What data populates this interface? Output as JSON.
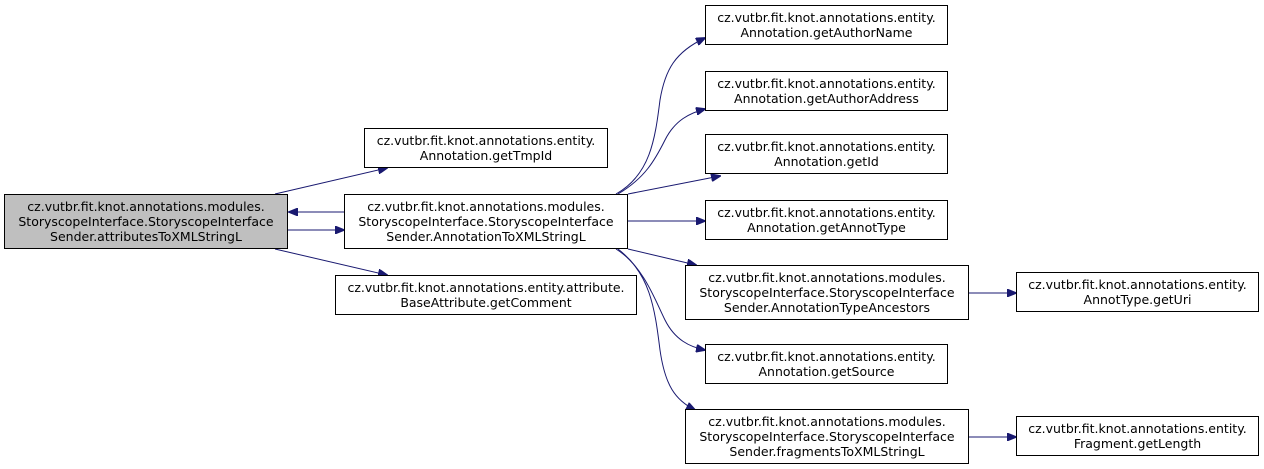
{
  "diagram": {
    "colors": {
      "edge": "#191970",
      "root_fill": "#bfbfbf",
      "node_fill": "#ffffff",
      "border": "#000000"
    },
    "nodes": [
      {
        "id": "root",
        "lines": [
          "cz.vutbr.fit.knot.annotations.modules.",
          "StoryscopeInterface.StoryscopeInterface",
          "Sender.attributesToXMLStringL"
        ]
      },
      {
        "id": "getTmpId",
        "lines": [
          "cz.vutbr.fit.knot.annotations.entity.",
          "Annotation.getTmpId"
        ]
      },
      {
        "id": "annotationToXML",
        "lines": [
          "cz.vutbr.fit.knot.annotations.modules.",
          "StoryscopeInterface.StoryscopeInterface",
          "Sender.AnnotationToXMLStringL"
        ]
      },
      {
        "id": "getComment",
        "lines": [
          "cz.vutbr.fit.knot.annotations.entity.attribute.",
          "BaseAttribute.getComment"
        ]
      },
      {
        "id": "getAuthorName",
        "lines": [
          "cz.vutbr.fit.knot.annotations.entity.",
          "Annotation.getAuthorName"
        ]
      },
      {
        "id": "getAuthorAddress",
        "lines": [
          "cz.vutbr.fit.knot.annotations.entity.",
          "Annotation.getAuthorAddress"
        ]
      },
      {
        "id": "getId",
        "lines": [
          "cz.vutbr.fit.knot.annotations.entity.",
          "Annotation.getId"
        ]
      },
      {
        "id": "getAnnotType",
        "lines": [
          "cz.vutbr.fit.knot.annotations.entity.",
          "Annotation.getAnnotType"
        ]
      },
      {
        "id": "typeAncestors",
        "lines": [
          "cz.vutbr.fit.knot.annotations.modules.",
          "StoryscopeInterface.StoryscopeInterface",
          "Sender.AnnotationTypeAncestors"
        ]
      },
      {
        "id": "getSource",
        "lines": [
          "cz.vutbr.fit.knot.annotations.entity.",
          "Annotation.getSource"
        ]
      },
      {
        "id": "fragmentsToXML",
        "lines": [
          "cz.vutbr.fit.knot.annotations.modules.",
          "StoryscopeInterface.StoryscopeInterface",
          "Sender.fragmentsToXMLStringL"
        ]
      },
      {
        "id": "getUri",
        "lines": [
          "cz.vutbr.fit.knot.annotations.entity.",
          "AnnotType.getUri"
        ]
      },
      {
        "id": "getLength",
        "lines": [
          "cz.vutbr.fit.knot.annotations.entity.",
          "Fragment.getLength"
        ]
      }
    ],
    "edges": [
      {
        "from": "root",
        "to": "getTmpId"
      },
      {
        "from": "root",
        "to": "annotationToXML"
      },
      {
        "from": "root",
        "to": "getComment"
      },
      {
        "from": "annotationToXML",
        "to": "root"
      },
      {
        "from": "annotationToXML",
        "to": "getAuthorName"
      },
      {
        "from": "annotationToXML",
        "to": "getAuthorAddress"
      },
      {
        "from": "annotationToXML",
        "to": "getId"
      },
      {
        "from": "annotationToXML",
        "to": "getAnnotType"
      },
      {
        "from": "annotationToXML",
        "to": "typeAncestors"
      },
      {
        "from": "annotationToXML",
        "to": "getSource"
      },
      {
        "from": "annotationToXML",
        "to": "fragmentsToXML"
      },
      {
        "from": "typeAncestors",
        "to": "getUri"
      },
      {
        "from": "fragmentsToXML",
        "to": "getLength"
      }
    ]
  }
}
